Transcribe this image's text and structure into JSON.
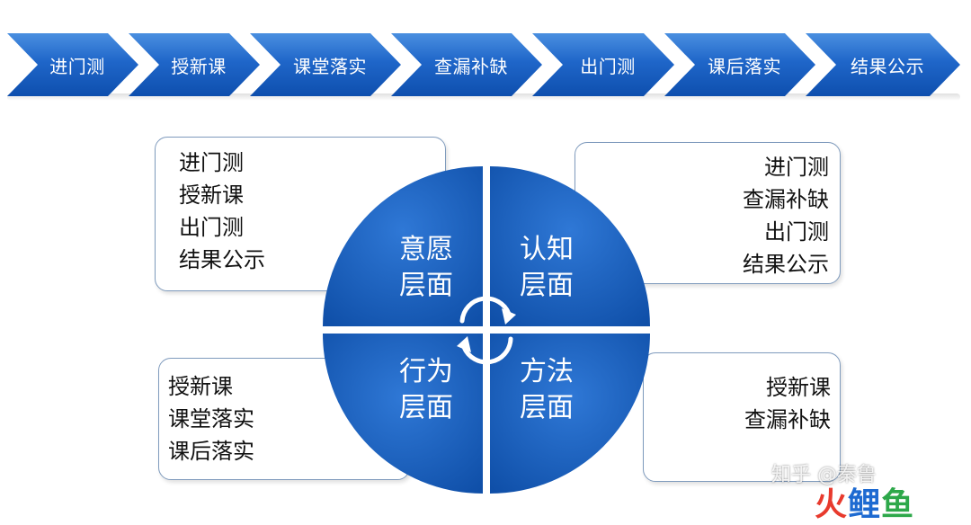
{
  "process_steps": [
    "进门测",
    "授新课",
    "课堂落实",
    "查漏补缺",
    "出门测",
    "课后落实",
    "结果公示"
  ],
  "quadrants": {
    "top_left": {
      "label_line1": "意愿",
      "label_line2": "层面",
      "items": [
        "进门测",
        "授新课",
        "出门测",
        "结果公示"
      ]
    },
    "top_right": {
      "label_line1": "认知",
      "label_line2": "层面",
      "items": [
        "进门测",
        "查漏补缺",
        "出门测",
        "结果公示"
      ]
    },
    "bottom_left": {
      "label_line1": "行为",
      "label_line2": "层面",
      "items": [
        "授新课",
        "课堂落实",
        "课后落实"
      ]
    },
    "bottom_right": {
      "label_line1": "方法",
      "label_line2": "层面",
      "items": [
        "授新课",
        "查漏补缺"
      ]
    }
  },
  "watermark": {
    "text": "知乎 @秦鲁",
    "logo": [
      "火",
      "鲤",
      "鱼"
    ]
  },
  "colors": {
    "primary_blue": "#1a5fb8",
    "border_gray": "#7f9bbd"
  },
  "icons": [
    "cycle-arrows-icon"
  ]
}
